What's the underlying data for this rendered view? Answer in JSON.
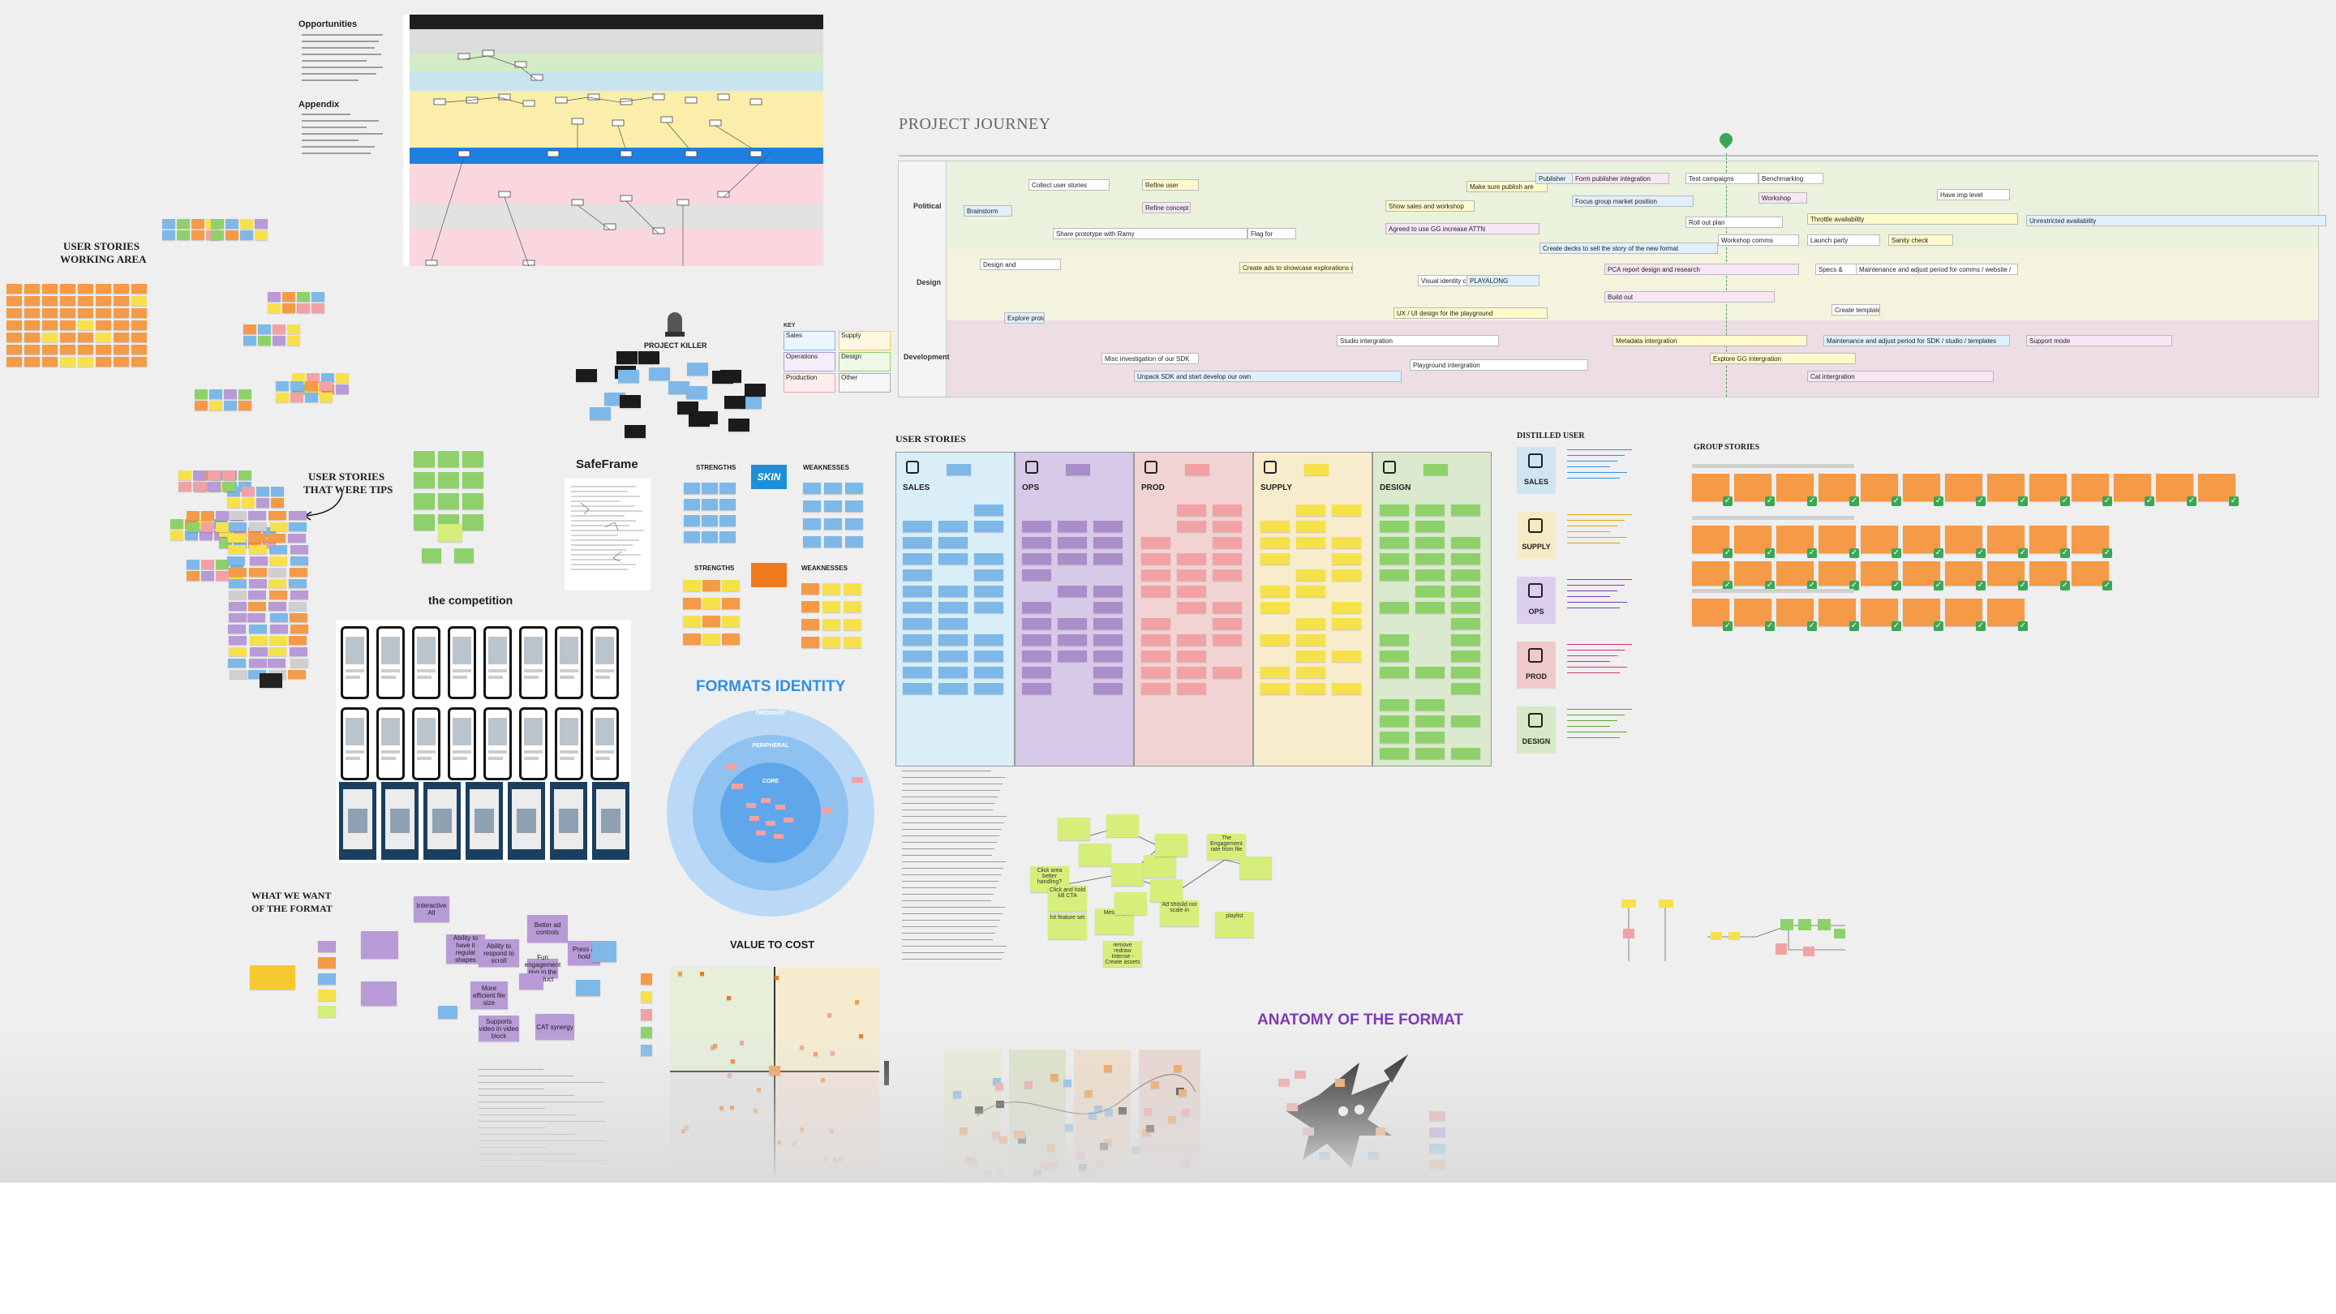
{
  "board": {
    "background": "#efefef"
  },
  "frames": {
    "opportunities": {
      "title": "Opportunities",
      "appendix_title": "Appendix"
    },
    "user_stories_working": {
      "title_line1": "USER STORIES",
      "title_line2": "WORKING AREA"
    },
    "user_stories_tips": {
      "title_line1": "USER STORIES",
      "title_line2": "THAT WERE TIPS"
    },
    "project_killer": {
      "title": "PROJECT KILLER",
      "key_title": "KEY",
      "key_items": [
        "Sales",
        "Supply",
        "Operations",
        "Design",
        "Production",
        "Other"
      ]
    },
    "safeframe": {
      "title": "SafeFrame"
    },
    "swot": {
      "strengths": "STRENGTHS",
      "weaknesses": "WEAKNESSES",
      "logo_top": "SKIN",
      "strengths2": "STRENGTHS",
      "weaknesses2": "WEAKNESSES"
    },
    "competition": {
      "title": "the competition"
    },
    "formats_identity": {
      "title": "FORMATS IDENTITY",
      "ring_outer": "ORDINARY",
      "ring_mid": "PERIPHERAL",
      "ring_core": "CORE"
    },
    "what_we_want": {
      "title_line1": "WHAT WE WANT",
      "title_line2": "OF THE FORMAT",
      "notes": [
        "Interactive All",
        "Ability to have it regular shapes",
        "More efficient file size",
        "Better ad controls",
        "Press & hold",
        "Ability to respond to scroll",
        "Fun engagement ring in the product",
        "Supports video in video block",
        "CAT synergy"
      ]
    },
    "value_to_cost": {
      "title": "VALUE TO COST"
    },
    "project_journey": {
      "title": "PROJECT JOURNEY",
      "lanes": [
        "Political",
        "Design",
        "Development"
      ],
      "bars": [
        {
          "label": "Collect user stories",
          "lane": "Political"
        },
        {
          "label": "Refine user",
          "lane": "Political"
        },
        {
          "label": "Brainstorm",
          "lane": "Political"
        },
        {
          "label": "Refine concept",
          "lane": "Political"
        },
        {
          "label": "Share prototype with Ramy",
          "lane": "Political"
        },
        {
          "label": "Flag for",
          "lane": "Political"
        },
        {
          "label": "Make sure publish are",
          "lane": "Political"
        },
        {
          "label": "Publisher",
          "lane": "Political"
        },
        {
          "label": "Form publisher integration",
          "lane": "Political"
        },
        {
          "label": "Test campaigns",
          "lane": "Political"
        },
        {
          "label": "Benchmarking",
          "lane": "Political"
        },
        {
          "label": "Show sales and workshop",
          "lane": "Political"
        },
        {
          "label": "Focus group market position",
          "lane": "Political"
        },
        {
          "label": "Workshop",
          "lane": "Political"
        },
        {
          "label": "Have imp level",
          "lane": "Political"
        },
        {
          "label": "Roll out plan",
          "lane": "Political"
        },
        {
          "label": "Throttle availability",
          "lane": "Political"
        },
        {
          "label": "Unrestricted availability",
          "lane": "Political"
        },
        {
          "label": "Agreed to use GG increase ATTN",
          "lane": "Political"
        },
        {
          "label": "Workshop comms",
          "lane": "Political"
        },
        {
          "label": "Launch party",
          "lane": "Political"
        },
        {
          "label": "Sanity check",
          "lane": "Political"
        },
        {
          "label": "Create decks to sell the story of the new format",
          "lane": "Political"
        },
        {
          "label": "Visual identity created",
          "lane": "Design"
        },
        {
          "label": "Create ads to showcase explorations more",
          "lane": "Design"
        },
        {
          "label": "PLAYALONG",
          "lane": "Design"
        },
        {
          "label": "PCA report design and research",
          "lane": "Design"
        },
        {
          "label": "Specs &",
          "lane": "Design"
        },
        {
          "label": "Maintenance and adjust period for comms / website /",
          "lane": "Design"
        },
        {
          "label": "UX / UI design for the playground",
          "lane": "Design"
        },
        {
          "label": "Explore prototype using SDK decisions",
          "lane": "Design"
        },
        {
          "label": "Build out",
          "lane": "Design"
        },
        {
          "label": "Create templates & PSDs to launch with",
          "lane": "Design"
        },
        {
          "label": "Design and",
          "lane": "Design"
        },
        {
          "label": "Studio intergration",
          "lane": "Development"
        },
        {
          "label": "Metadata intergration",
          "lane": "Development"
        },
        {
          "label": "Maintenance and adjust period for SDK / studio / templates",
          "lane": "Development"
        },
        {
          "label": "Support mode",
          "lane": "Development"
        },
        {
          "label": "Misc investigation of our SDK",
          "lane": "Development"
        },
        {
          "label": "Playground intergration",
          "lane": "Development"
        },
        {
          "label": "Explore GG intergration",
          "lane": "Development"
        },
        {
          "label": "Unpack SDK and start develop our own",
          "lane": "Development"
        },
        {
          "label": "Cat intergration",
          "lane": "Development"
        }
      ]
    },
    "user_stories": {
      "title": "USER STORIES",
      "columns": [
        {
          "label": "SALES",
          "icon": "tag-icon",
          "color": "#d9eef7"
        },
        {
          "label": "OPS",
          "icon": "gear-icon",
          "color": "#d7c9e8"
        },
        {
          "label": "PROD",
          "icon": "clipboard-icon",
          "color": "#f2d3d4"
        },
        {
          "label": "SUPPLY",
          "icon": "handshake-icon",
          "color": "#f7eccb"
        },
        {
          "label": "DESIGN",
          "icon": "brush-icon",
          "color": "#dbe9cf"
        }
      ]
    },
    "distilled_user": {
      "title": "DISTILLED USER",
      "items": [
        {
          "label": "SALES",
          "color": "#cfe6f2"
        },
        {
          "label": "SUPPLY",
          "color": "#f7ebc5"
        },
        {
          "label": "OPS",
          "color": "#dccfee"
        },
        {
          "label": "PROD",
          "color": "#efc9cb"
        },
        {
          "label": "DESIGN",
          "color": "#d6e8c6"
        }
      ]
    },
    "group_stories": {
      "title": "GROUP STORIES"
    },
    "notes_cluster": {
      "notes": [
        "Click area better handling?",
        "Click and hold kill CTA",
        "Metabay",
        "Ad should not scale in",
        "playlist",
        "hit feature set",
        "remove redraw Intense - Create assets",
        "The Engagement rate from file"
      ]
    },
    "anatomy": {
      "title": "ANATOMY OF THE FORMAT"
    }
  },
  "colors": {
    "orange_sticky": "#f59a47",
    "yellow_sticky": "#f7e14b",
    "green_sticky": "#8ed16b",
    "purple_sticky": "#b79ad6",
    "blue_sticky": "#7db8e8",
    "pink_sticky": "#f2a2a4",
    "lime_sticky": "#d5ef7a",
    "accent_purple": "#7b3bb8",
    "formats_blue": "#2f8fe6",
    "check_green": "#3aa756"
  }
}
